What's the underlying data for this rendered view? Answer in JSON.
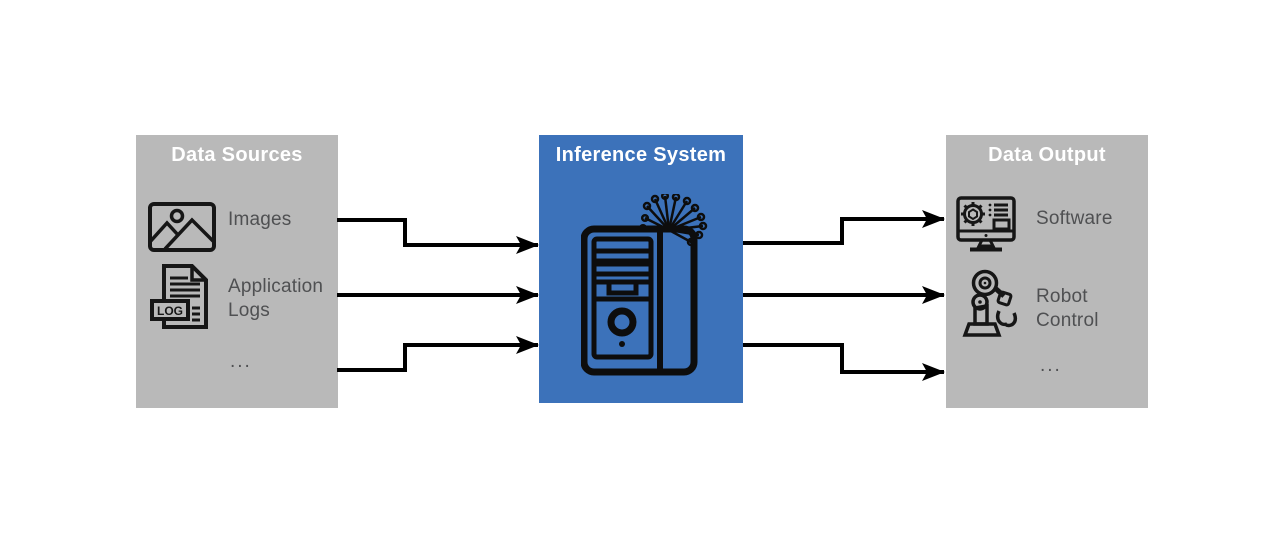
{
  "diagram": {
    "background": "#ffffff",
    "colors": {
      "source_box": "#b9b9b9",
      "output_box": "#b9b9b9",
      "inference_box": "#3c72ba",
      "title_text": "#ffffff",
      "label_text": "#4f5052",
      "arrow": "#000000"
    },
    "sources": {
      "title": "Data Sources",
      "items": [
        {
          "icon": "image-icon",
          "label": "Images"
        },
        {
          "icon": "log-file-icon",
          "icon_text": "LOG",
          "label": "Application Logs"
        },
        {
          "icon": "none",
          "label": "..."
        }
      ]
    },
    "inference": {
      "title": "Inference System",
      "icon": "computer-tower-with-network-icon"
    },
    "output": {
      "title": "Data Output",
      "items": [
        {
          "icon": "software-monitor-icon",
          "label": "Software"
        },
        {
          "icon": "robot-arm-icon",
          "label": "Robot Control"
        },
        {
          "icon": "none",
          "label": "..."
        }
      ]
    }
  }
}
